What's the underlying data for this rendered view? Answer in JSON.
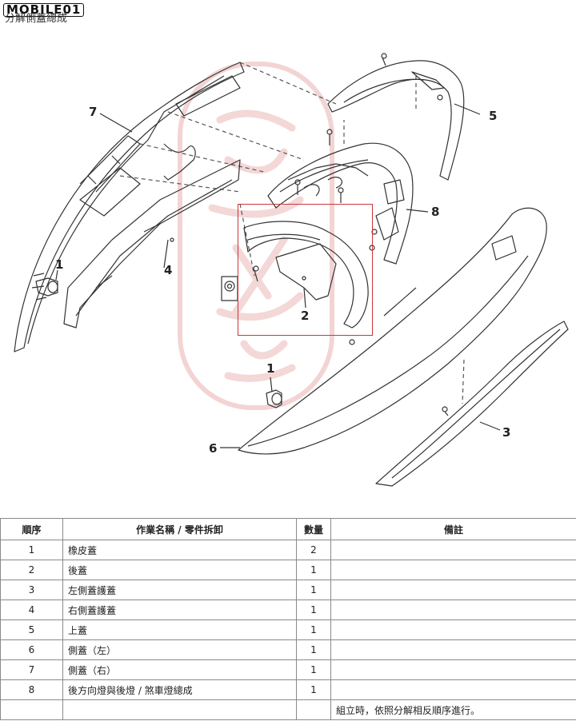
{
  "header": {
    "logo_text": "MOBILE01",
    "title": "分解側蓋總成"
  },
  "figure": {
    "callouts": [
      {
        "id": "7",
        "label": "7"
      },
      {
        "id": "5",
        "label": "5"
      },
      {
        "id": "8",
        "label": "8"
      },
      {
        "id": "1a",
        "label": "1"
      },
      {
        "id": "4",
        "label": "4"
      },
      {
        "id": "2",
        "label": "2"
      },
      {
        "id": "1b",
        "label": "1"
      },
      {
        "id": "3",
        "label": "3"
      },
      {
        "id": "6",
        "label": "6"
      }
    ],
    "highlight_color": "#c8383a",
    "watermark_color": "#e8a6a6"
  },
  "table": {
    "headers": {
      "order": "順序",
      "name": "作業名稱 / 零件拆卸",
      "qty": "數量",
      "remarks": "備註"
    },
    "rows": [
      {
        "order": "1",
        "name": "橡皮蓋",
        "qty": "2",
        "remarks": ""
      },
      {
        "order": "2",
        "name": "後蓋",
        "qty": "1",
        "remarks": ""
      },
      {
        "order": "3",
        "name": "左側蓋護蓋",
        "qty": "1",
        "remarks": ""
      },
      {
        "order": "4",
        "name": "右側蓋護蓋",
        "qty": "1",
        "remarks": ""
      },
      {
        "order": "5",
        "name": "上蓋",
        "qty": "1",
        "remarks": ""
      },
      {
        "order": "6",
        "name": "側蓋（左）",
        "qty": "1",
        "remarks": ""
      },
      {
        "order": "7",
        "name": "側蓋（右）",
        "qty": "1",
        "remarks": ""
      },
      {
        "order": "8",
        "name": "後方向燈與後燈 / 煞車燈總成",
        "qty": "1",
        "remarks": ""
      },
      {
        "order": "",
        "name": "",
        "qty": "",
        "remarks": "組立時，依照分解相反順序進行。"
      }
    ]
  }
}
